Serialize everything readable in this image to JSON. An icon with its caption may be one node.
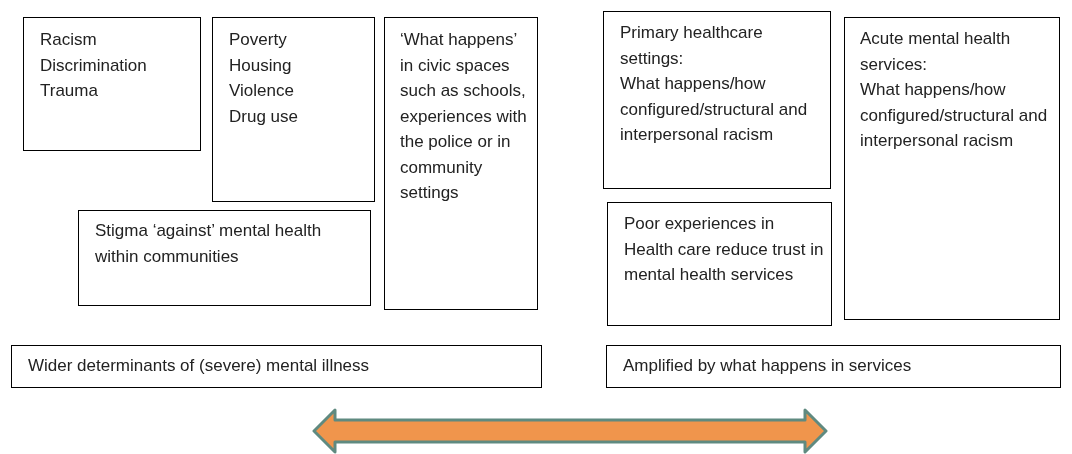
{
  "diagram": {
    "nodes": [
      {
        "text": [
          "Racism",
          "Discrimination",
          "Trauma"
        ]
      },
      {
        "text": [
          "Poverty",
          "Housing",
          "Violence",
          "Drug use"
        ]
      },
      {
        "text": [
          "Stigma ‘against’ mental health within communities"
        ]
      },
      {
        "text": [
          "‘What happens’ in civic spaces such as schools, experiences with the police or in community settings"
        ]
      },
      {
        "text": [
          "Primary healthcare settings:",
          "What happens/how configured/structural and interpersonal racism"
        ]
      },
      {
        "text": [
          "Poor experiences in Health care reduce trust in mental health services"
        ]
      },
      {
        "text": [
          "Acute mental health services:",
          "What happens/how configured/structural and interpersonal racism"
        ]
      },
      {
        "text": [
          "Wider determinants of (severe) mental illness"
        ]
      },
      {
        "text": [
          "Amplified by what happens in services"
        ]
      }
    ]
  }
}
